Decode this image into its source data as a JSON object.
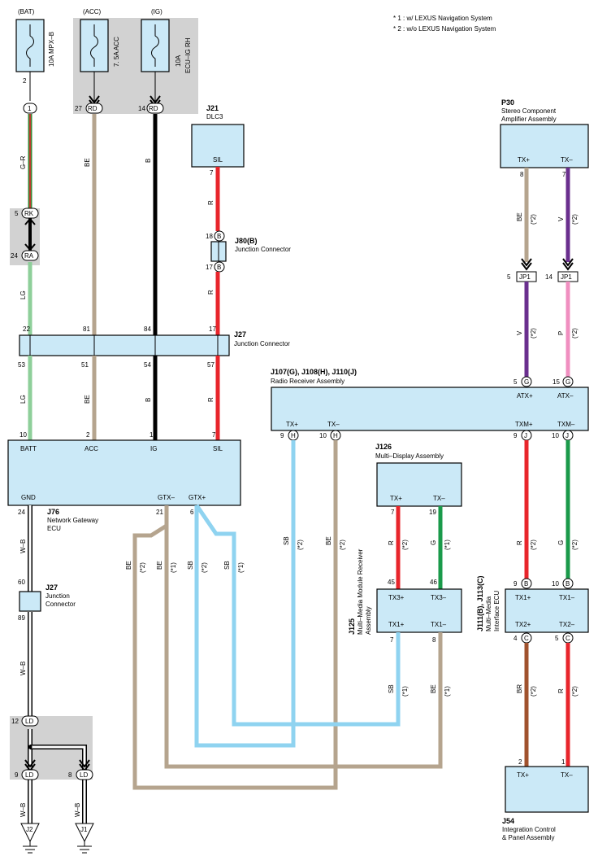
{
  "notes": [
    "* 1 : w/ LEXUS Navigation System",
    "* 2 : w/o LEXUS Navigation System"
  ],
  "colors": {
    "G-R": "#3a8a3a",
    "RD": "#000000",
    "BE": "#b5a48e",
    "B": "#000000",
    "R": "#e8252b",
    "LG": "#8ecf9a",
    "V": "#6a2f8e",
    "P": "#f08fc0",
    "SB": "#8fd3f0",
    "G": "#1a9a4a",
    "BR": "#a0522d",
    "W-B": "#ffffff",
    "box": "#cbe9f7"
  },
  "fuses": {
    "bat": {
      "source": "(BAT)",
      "label": "10A MPX–B",
      "pin": "2"
    },
    "acc": {
      "source": "(ACC)",
      "label": "7. 5A ACC"
    },
    "ig": {
      "source": "(IG)",
      "label": "10A",
      "label2": "ECU–IG RH"
    }
  },
  "top_pills": {
    "p1": "1",
    "p27": "27",
    "p27c": "RD",
    "p14": "14",
    "p14c": "RD"
  },
  "j21": {
    "code": "J21",
    "name": "DLC3",
    "pin_name": "SIL",
    "pin": "7"
  },
  "j80": {
    "code": "J80(B)",
    "name": "Junction Connector",
    "pin_a": "18",
    "pin_b": "17",
    "conn": "B"
  },
  "rk": {
    "pin_a": "5",
    "conn_a": "RK",
    "pin_b": "24",
    "conn_b": "RA"
  },
  "j27a": {
    "code": "J27",
    "name": "Junction Connector",
    "top_pins": [
      "22",
      "81",
      "84",
      "17"
    ],
    "bottom_pins": [
      "53",
      "51",
      "54",
      "57"
    ]
  },
  "wires_top": {
    "gr": "G–R",
    "be": "BE",
    "b": "B",
    "r1": "R",
    "r2": "R",
    "lg": "LG"
  },
  "wires_mid": {
    "lg": "LG",
    "be": "BE",
    "b": "B",
    "r": "R"
  },
  "j76": {
    "code": "J76",
    "name": "Network Gateway",
    "name2": "ECU",
    "pins_top": [
      {
        "num": "10",
        "name": "BATT"
      },
      {
        "num": "2",
        "name": "ACC"
      },
      {
        "num": "1",
        "name": "IG"
      },
      {
        "num": "7",
        "name": "SIL"
      }
    ],
    "gnd": "GND",
    "gtx_minus": "GTX–",
    "gtx_plus": "GTX+",
    "pin_gnd": "24",
    "pin_gtxm": "21",
    "pin_gtxp": "6"
  },
  "p30": {
    "code": "P30",
    "name": "Stereo Component",
    "name2": "Amplifier Assembly",
    "txp": "TX+",
    "txm": "TX–",
    "pin_p": "8",
    "pin_m": "7"
  },
  "jp1": {
    "a_pin": "5",
    "a_name": "JP1",
    "b_pin": "14",
    "b_name": "JP1"
  },
  "p30_wires": {
    "be": "BE",
    "be_note": "(*2)",
    "v": "V",
    "v_note": "(*2)",
    "v2": "V",
    "v2_note": "(*2)",
    "p": "P",
    "p_note": "(*2)"
  },
  "radio": {
    "code": "J107(G), J108(H), J110(J)",
    "name": "Radio Receiver Assembly",
    "atxp": "ATX+",
    "atxm": "ATX–",
    "atxp_pin": "5",
    "atxp_conn": "G",
    "atxm_pin": "15",
    "atxm_conn": "G",
    "txp": "TX+",
    "txm": "TX–",
    "txp_pin": "9",
    "txp_conn": "H",
    "txm_pin": "10",
    "txm_conn": "H",
    "txmp": "TXM+",
    "txmm": "TXM–",
    "txmp_pin": "9",
    "txmp_conn": "J",
    "txmm_pin": "10",
    "txmm_conn": "J"
  },
  "j126": {
    "code": "J126",
    "name": "Multi–Display Assembly",
    "txp": "TX+",
    "txm": "TX–",
    "pin_p": "7",
    "pin_m": "19"
  },
  "j125": {
    "code": "J125",
    "name": "Multi–Media Module Receiver",
    "name2": "Assembly",
    "tx3p": "TX3+",
    "tx3m": "TX3–",
    "tx1p": "TX1+",
    "tx1m": "TX1–",
    "pin45": "45",
    "pin46": "46",
    "pin7": "7",
    "pin8": "8"
  },
  "j111": {
    "code": "J111(B), J113(C)",
    "name": "Multi–Media",
    "name2": "Interface ECU",
    "tx1p": "TX1+",
    "tx1m": "TX1–",
    "tx2p": "TX2+",
    "tx2m": "TX2–",
    "pin9": "9",
    "conn9": "B",
    "pin10": "10",
    "conn10": "B",
    "pin4": "4",
    "conn4": "C",
    "pin5": "5",
    "conn5": "C"
  },
  "j54": {
    "code": "J54",
    "name": "Integration Control",
    "name2": "& Panel Assembly",
    "txp": "TX+",
    "txm": "TX–",
    "pin2": "2",
    "pin1": "1"
  },
  "j27b": {
    "code": "J27",
    "name": "Junction",
    "name2": "Connector",
    "pin_top": "60",
    "pin_bottom": "89"
  },
  "ld": {
    "pin12": "12",
    "c12": "LD",
    "pin9": "9",
    "c9": "LD",
    "pin8": "8",
    "c8": "LD"
  },
  "grounds": {
    "g1": "J2",
    "g2": "J1"
  },
  "labels": {
    "wb1": "W–B",
    "wb2": "W–B",
    "wb3": "W–B",
    "wb4": "W–B",
    "sb_radio": "SB",
    "sb_radio_n": "(*2)",
    "be_radio": "BE",
    "be_radio_n": "(*2)",
    "be_gw1": "BE",
    "be_gw1_n": "(*2)",
    "be_gw2": "BE",
    "be_gw2_n": "(*1)",
    "sb_gw1": "SB",
    "sb_gw1_n": "(*2)",
    "sb_gw2": "SB",
    "sb_gw2_n": "(*1)",
    "r_126": "R",
    "r_126_n": "(*2)",
    "g_126": "G",
    "g_126_n": "(*1)",
    "r_txm": "R",
    "r_txm_n": "(*2)",
    "g_txm": "G",
    "g_txm_n": "(*2)",
    "sb_125": "SB",
    "sb_125_n": "(*1)",
    "be_125": "BE",
    "be_125_n": "(*1)",
    "br_111": "BR",
    "br_111_n": "(*2)",
    "r_111": "R",
    "r_111_n": "(*2)"
  }
}
